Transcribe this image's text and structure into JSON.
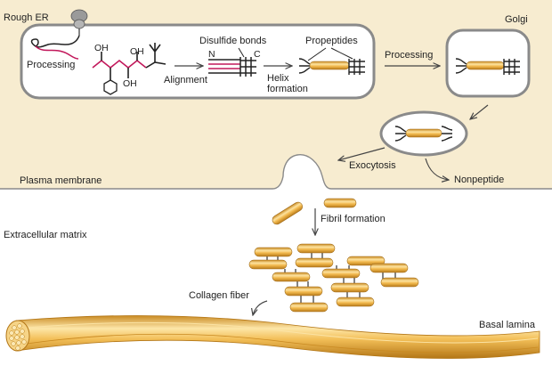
{
  "labels": {
    "rough_er": "Rough ER",
    "golgi": "Golgi",
    "processing_left": "Processing",
    "oh_1": "OH",
    "oh_2": "OH",
    "oh_3": "OH",
    "alignment": "Alignment",
    "disulfide_bonds": "Disulfide bonds",
    "n_terminus": "N",
    "c_terminus": "C",
    "helix_formation_1": "Helix",
    "helix_formation_2": "formation",
    "propeptides": "Propeptides",
    "processing_right": "Processing",
    "exocytosis": "Exocytosis",
    "nonpeptide": "Nonpeptide",
    "plasma_membrane": "Plasma membrane",
    "fibril_formation": "Fibril formation",
    "extracellular_matrix": "Extracellular matrix",
    "collagen_fiber": "Collagen fiber",
    "basal_lamina": "Basal lamina"
  },
  "colors": {
    "cytoplasm": "#f7ecd0",
    "rod_light": "#fbdc8a",
    "rod_mid": "#f0b64a",
    "rod_dark": "#c98a22",
    "chain_highlight": "#c2185b",
    "vesicle_border": "#8a8a8a"
  }
}
